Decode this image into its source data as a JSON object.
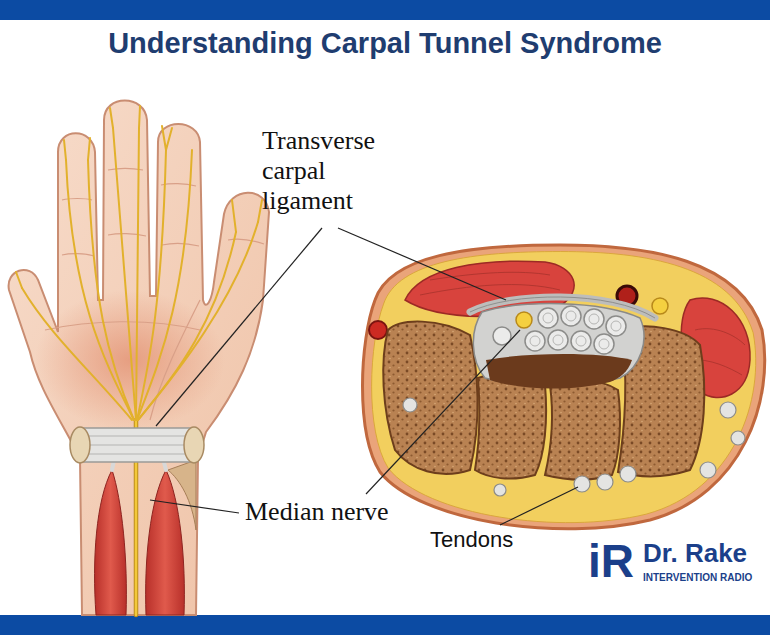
{
  "diagram": {
    "title": "Understanding Carpal Tunnel Syndrome",
    "labels": [
      "Transverse carpal ligament",
      "Median nerve",
      "Tendons",
      "iR",
      "Dr. Rake",
      "INTERVENTION RADIO"
    ]
  }
}
